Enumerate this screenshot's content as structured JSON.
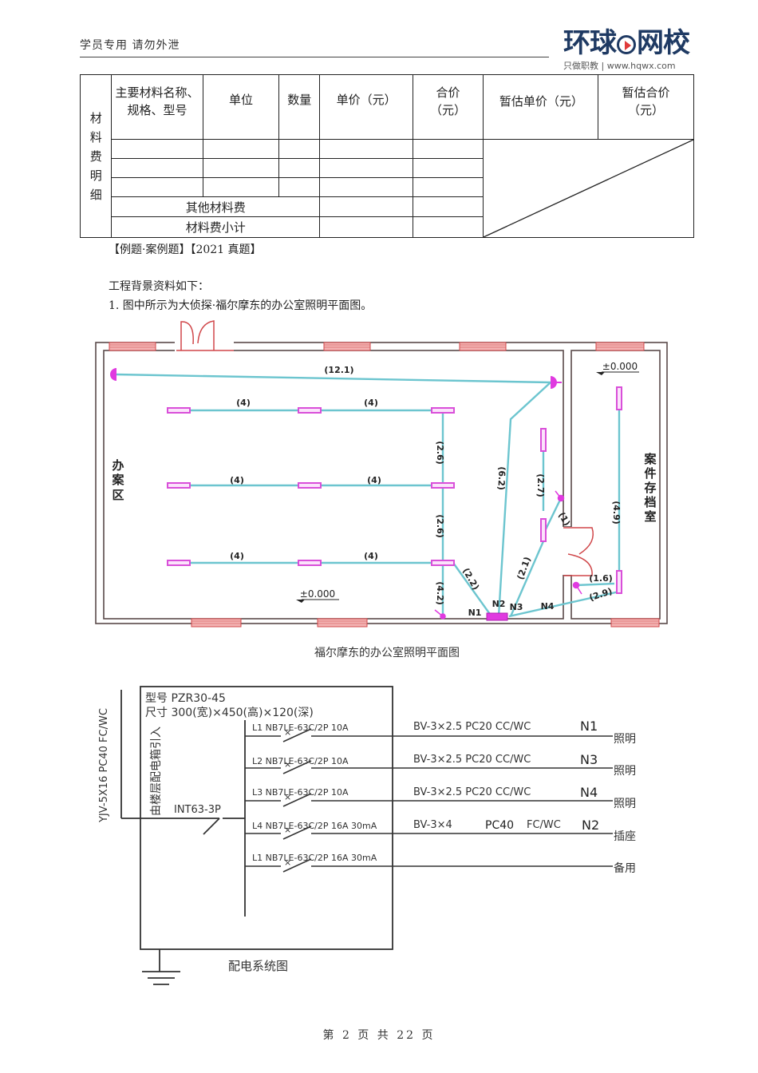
{
  "header": {
    "left_text": "学员专用  请勿外泄",
    "logo": {
      "main_left": "环球",
      "main_right": "网校",
      "sub": "只做职教 | www.hqwx.com",
      "play_color": "#e03a3a",
      "brand_color": "#1f3a63"
    }
  },
  "material_table": {
    "side_label": [
      "材",
      "料",
      "费",
      "明",
      "细"
    ],
    "headers": [
      "主要材料名称、规格、型号",
      "单位",
      "数量",
      "单价（元）",
      "合价（元）",
      "暂估单价（元）",
      "暂估合价（元）"
    ],
    "rows": [
      [
        "",
        "",
        "",
        "",
        ""
      ],
      [
        "",
        "",
        "",
        "",
        ""
      ],
      [
        "",
        "",
        "",
        "",
        ""
      ]
    ],
    "other_material_label": "其他材料费",
    "subtotal_label": "材料费小计"
  },
  "example_tag": "【例题·案例题】【2021 真题】",
  "background_intro": "工程背景资料如下：",
  "item1": "1. 图中所示为大侦探·福尔摩东的办公室照明平面图。",
  "floor_plan": {
    "caption": "福尔摩东的办公室照明平面图",
    "room_left": "办案区",
    "room_right": "案件存档室",
    "elevation_marks": [
      "±0.000",
      "±0.000"
    ],
    "dimensions": {
      "top_wire": "(12.1)",
      "row1_a": "(4)",
      "row1_b": "(4)",
      "row2_a": "(4)",
      "row2_b": "(4)",
      "row3_a": "(4)",
      "row3_b": "(4)",
      "vert_upper": "(2.6)",
      "vert_lower": "(2.6)",
      "vert_switch": "(4.2)",
      "diag_n1": "(2.2)",
      "n2_line": "(6.2)",
      "n3_upper": "(2.7)",
      "n3_switch": "(1)",
      "n3_diag": "(2.1)",
      "archive_vert": "(4.9)",
      "archive_switch": "(1.6)",
      "n4_line": "(2.9)"
    },
    "circuits": [
      "N1",
      "N2",
      "N3",
      "N4"
    ],
    "colors": {
      "wire": "#6cc5cf",
      "fixture": "#d94fd9",
      "window": "#e0666a",
      "wall": "#5a4a4a",
      "door": "#d0474a"
    }
  },
  "distribution": {
    "caption": "配电系统图",
    "model": "型号  PZR30-45",
    "size": "尺寸  300(宽)×450(高)×120(深)",
    "incoming_cable": "YJV-5X16 PC40 FC/WC",
    "incoming_label": "由楼层配电箱引入",
    "main_breaker": "INT63-3P",
    "branches": [
      {
        "breaker": "L1 NB7LE-63C/2P   10A",
        "cable": "BV-3×2.5   PC20   CC/WC",
        "circuit": "N1",
        "use": "照明"
      },
      {
        "breaker": "L2 NB7LE-63C/2P   10A",
        "cable": "BV-3×2.5   PC20   CC/WC",
        "circuit": "N3",
        "use": "照明"
      },
      {
        "breaker": "L3 NB7LE-63C/2P   10A",
        "cable": "BV-3×2.5   PC20   CC/WC",
        "circuit": "N4",
        "use": "照明"
      },
      {
        "breaker": "L4 NB7LE-63C/2P  16A   30mA",
        "cable": "BV-3×4",
        "cable_pipe": "PC40",
        "cable_lay": "FC/WC",
        "circuit": "N2",
        "use": "插座"
      },
      {
        "breaker": "L1 NB7LE-63C/2P   16A  30mA",
        "cable": "",
        "circuit": "",
        "use": "备用"
      }
    ]
  },
  "footer": "第 2 页 共 22 页"
}
